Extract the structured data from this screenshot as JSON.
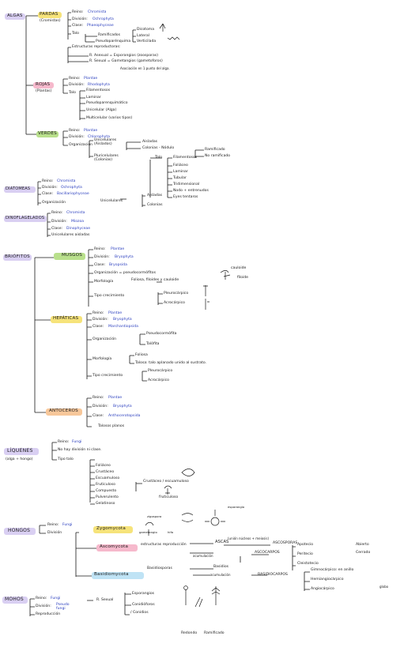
{
  "colors": {
    "yellow": "#f6e37a",
    "pink": "#f6b9cc",
    "green": "#b9e08c",
    "lilac": "#d9cff2",
    "orange": "#f7c79a",
    "blue": "#bfe3f5",
    "ink": "#1a1a1a",
    "blue_ink": "#2b3fbf",
    "red_ink": "#c0392b"
  },
  "algae": {
    "title": "ALGAS",
    "pardas": {
      "label": "PARDAS",
      "sub": "(Cromistas)",
      "reino": "Reino:",
      "reino_v": "Chromista",
      "division": "División:",
      "division_v": "Ochrophyta",
      "clase": "Clase:",
      "clase_v": "Phaeophyceae",
      "talo": "Talo",
      "ramificados": "Ramificados",
      "pseudo": "Pseudoparénquima",
      "dicotoma": "Dicotoma",
      "lateral": "Lateral",
      "verticilada": "Verticilada",
      "estructuras": "Estructuras reproductoras:",
      "r_asexual": "R. Asexual = Esporangios (zoosporas)",
      "r_sexual": "R. Sexual = Gametangios (gametoforos)",
      "asociacion": "Asociación en 1 punto del alga."
    },
    "rojas": {
      "label": "ROJAS",
      "sub": "(Plantas)",
      "reino": "Reino:",
      "reino_v": "Plantae",
      "division": "División:",
      "division_v": "Rhodophyta",
      "talo": "Talo",
      "items": [
        "Filamentosos",
        "Laminar",
        "Pseudoparenquimático",
        "Unicelular (Alga)",
        "Multicelular (varios tipos)"
      ]
    },
    "verdes": {
      "label": "VERDES",
      "reino": "Reino:",
      "reino_v": "Plantae",
      "division": "División:",
      "division_v": "Chlorophyta",
      "organizacion": "Organización",
      "unicel": "Unicelulares (Aislados)",
      "aisladas": "Aisladas",
      "colonias": "Colonias - Nódulo",
      "pluri": "Pluricelulares (Colonias)",
      "talo": "Talo",
      "talo_items": [
        "Filamentosos",
        "Foliáceo",
        "Laminar",
        "Tubular",
        "Tridimensional",
        "Nodo + entrenudos",
        "Eyes tentaros"
      ],
      "ramificado": "Ramificado",
      "no_ramificado": "No ramificado"
    }
  },
  "diatomeas": {
    "title": "DIATOMEAS",
    "reino": "Reino:",
    "reino_v": "Chromista",
    "division": "División:",
    "division_v": "Ochrophyta",
    "clase": "Clase:",
    "clase_v": "Bacillariophyceae",
    "organizacion": "Organización",
    "unicelulares": "Unicelulares",
    "aisladas": "Aisladas",
    "colonias": "Colonias"
  },
  "dinoflagelados": {
    "title": "DINOFLAGELADOS",
    "reino": "Reino:",
    "reino_v": "Chromista",
    "division": "División:",
    "division_v": "Miozoa",
    "clase": "Clase:",
    "clase_v": "Dinophyceae",
    "uni": "Unicelulares aisladas"
  },
  "briofitos": {
    "title": "BRIÓFITOS",
    "musgos": {
      "label": "MUSGOS",
      "reino": "Reino:",
      "reino_v": "Plantae",
      "division": "División:",
      "division_v": "Bryophyta",
      "clase": "Clase:",
      "clase_v": "Bryopsida",
      "organizacion": "Organización = pseudocormófitos",
      "morfologia": "Morfología",
      "morf_v": "Foliosa, filoides y cauloide",
      "cauloide": "cauloide",
      "filoide": "filoide",
      "tipo": "Tipo crecimiento",
      "pleuro": "Pleurocárpico",
      "acro": "Acrocárpico"
    },
    "hepaticas": {
      "label": "HEPÁTICAS",
      "reino": "Reino:",
      "reino_v": "Plantae",
      "division": "División:",
      "division_v": "Bryophyta",
      "clase": "Clase:",
      "clase_v": "Marchantiopsida",
      "organizacion": "Organización",
      "pseudo": "Pseudocormófita",
      "talofita": "Talófita",
      "morfologia": "Morfología",
      "foliosa": "Foliosa",
      "talosa": "Talosa: talo aplanado unido al sustrato.",
      "tipo": "Tipo crecimiento",
      "pleuro": "Pleurocárpico",
      "acro": "Acrocárpico"
    },
    "antoceros": {
      "label": "ANTOCEROS",
      "reino": "Reino:",
      "reino_v": "Plantae",
      "division": "División:",
      "division_v": "Bryophyta",
      "clase": "Clase:",
      "clase_v": "Anthocerotopsida",
      "talo": "Talosos planos"
    }
  },
  "liquenes": {
    "title": "LÍQUENES",
    "sub": "(alga + hongo)",
    "reino": "Reino:",
    "reino_v": "Fungi",
    "no_div": "No hay división ni clase.",
    "tipo": "Tipo talo",
    "items": [
      "Foliáceo",
      "Crustáceo",
      "Escuamuloso",
      "Fruticuloso",
      "Compuesto",
      "Pulverulento",
      "Gelatinoso"
    ],
    "crustaceo": "Crustáceo / escuamuloso",
    "fruticuloso": "fruticuloso"
  },
  "hongos": {
    "title": "HONGOS",
    "reino": "Reino:",
    "reino_v": "Fungi",
    "division": "División",
    "zygo": "Zygomycota",
    "zigospora": "zigospora",
    "gametangio": "gametangio",
    "hifa": "hifa",
    "esporangio": "esporangio",
    "asco": "Ascomycota",
    "asco_desc": "estructuras reproducción",
    "ascas": "ASCAS",
    "ascas_desc": "(unión núcleos + meiosis)",
    "ascosporas": "ASCOSPORAS",
    "acumulacion": "acumulación",
    "ascocarpos": "ASCOCARPOS",
    "apotecio": "Apotecio",
    "peritecio": "Peritecio",
    "cleistotecio": "Cleistotecio",
    "abierto": "Abierto",
    "cerrado": "Cerrado",
    "basidio": "Basidiomycota",
    "basidiosporas": "Basidiosporas",
    "basidios": "Basidios",
    "acumulacion2": "acumulación",
    "basidiocarpos": "BASIDIOCARPOS",
    "gimno": "Gimnocárpico: en anillo",
    "hemiang": "Hemiangiocárpico",
    "angio": "Angiocárpico",
    "globo": "globo"
  },
  "mohos": {
    "title": "MOHOS",
    "reino": "Reino:",
    "reino_v": "Fungi",
    "division": "División:",
    "division_v": "Pseudo fungi",
    "reproduccion": "Reproducción",
    "r_sexual": "R. Sexual",
    "esporangio": "Esporangios",
    "conidio": "Conidióforos",
    "conidios": "/ Conidios",
    "redondo": "Redondo",
    "ramificado": "Ramificado"
  }
}
